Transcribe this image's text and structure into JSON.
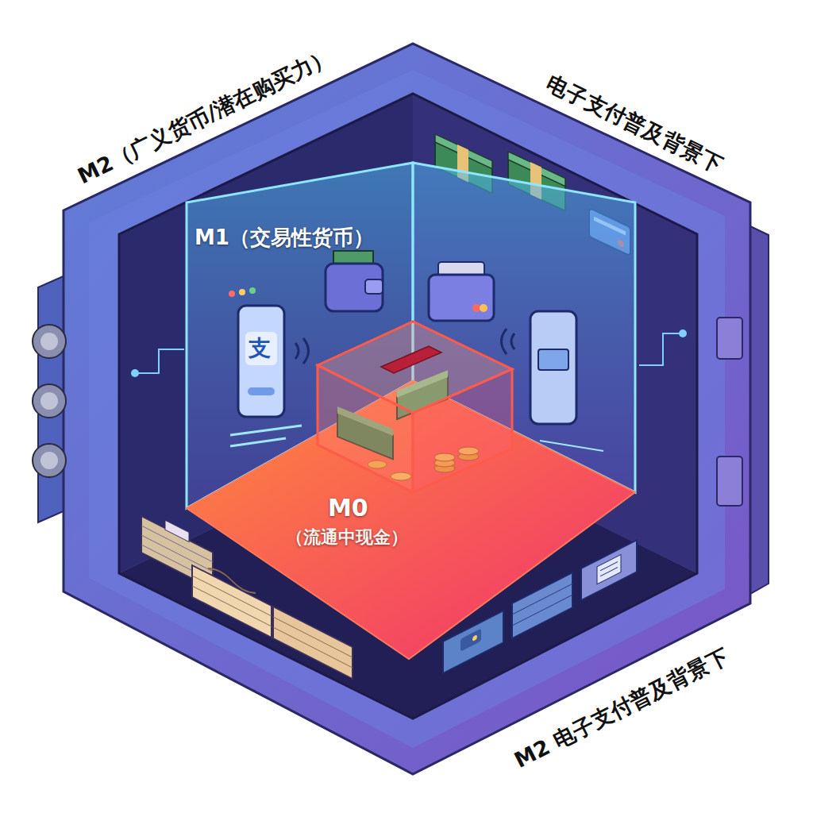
{
  "diagram": {
    "nodes": [
      {
        "text": [
          "M2（广义货币/潜在购买力）"
        ]
      },
      {
        "text": [
          "M1（交易性货币）"
        ],
        "in": 0
      },
      {
        "text": [
          "M0",
          "（流通中现金）"
        ],
        "in": 1
      }
    ],
    "labels": [
      "电子支付普及背景下",
      "M2 电子支付普及背景下",
      "支"
    ]
  }
}
